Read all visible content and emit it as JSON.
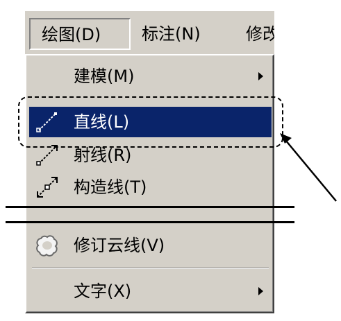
{
  "menubar": {
    "items": [
      {
        "label": "绘图(D)",
        "active": true
      },
      {
        "label": "标注(N)"
      },
      {
        "label": "修改"
      }
    ]
  },
  "dropdown": {
    "items": [
      {
        "label": "建模(M)",
        "submenu": true
      },
      {
        "label": "直线(L)",
        "icon": "line-icon",
        "selected": true
      },
      {
        "label": "射线(R)",
        "icon": "ray-icon"
      },
      {
        "label": "构造线(T)",
        "icon": "construction-line-icon"
      },
      {
        "label": "修订云线(V)",
        "icon": "revision-cloud-icon"
      },
      {
        "label": "文字(X)",
        "submenu": true
      }
    ]
  },
  "colors": {
    "menu_background": "#d4d0c8",
    "selection": "#0a246a",
    "selection_text": "#ffffff"
  }
}
